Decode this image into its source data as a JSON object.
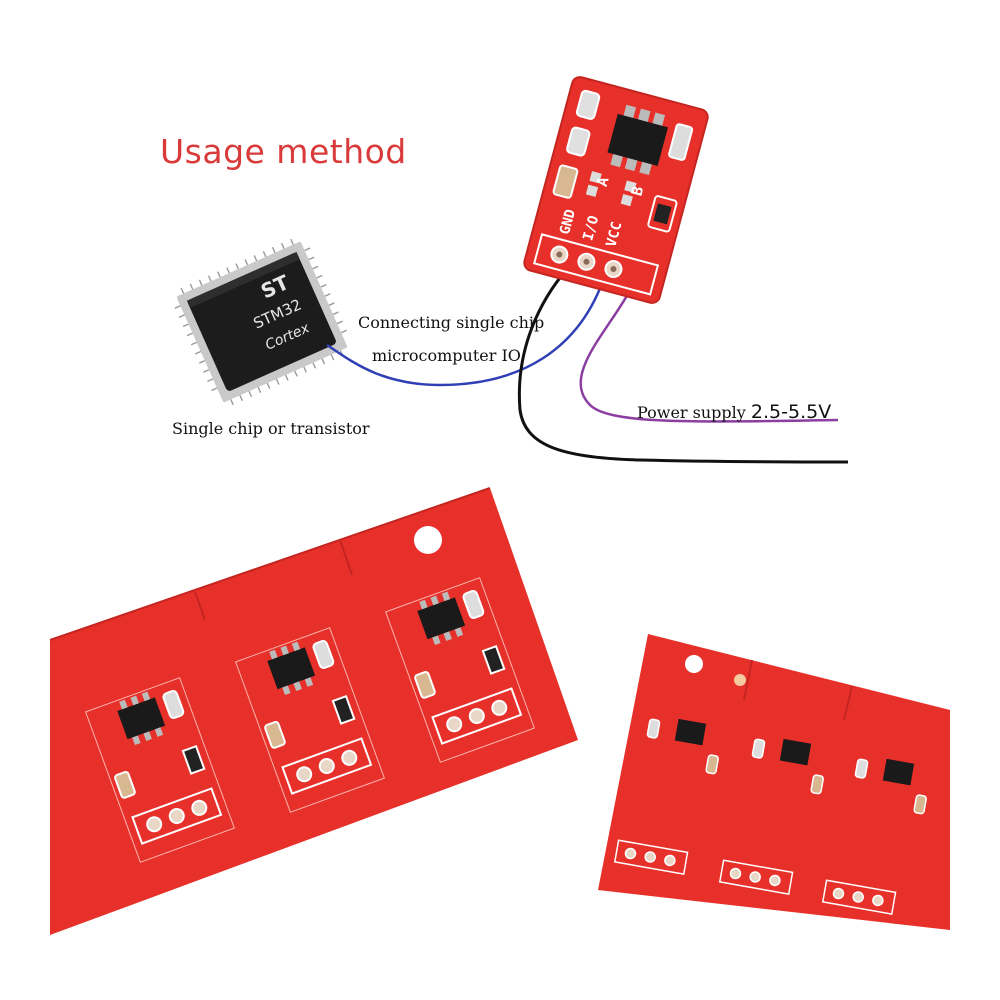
{
  "title": "Usage method",
  "annotations": {
    "connect_line1": "Connecting single chip",
    "connect_line2": "microcomputer IO",
    "chip_caption": "Single chip or transistor",
    "power_label": "Power supply",
    "power_voltage": "2.5-5.5V"
  },
  "module": {
    "pin_labels": [
      "GND",
      "I/O",
      "VCC"
    ],
    "jumper_labels": [
      "A",
      "B"
    ]
  },
  "mcu": {
    "logo": "ST",
    "model": "STM32",
    "brand": "Cortex"
  },
  "colors": {
    "pcb": "#e8302a",
    "pcb_dark": "#b81f1c",
    "silkscreen": "#ffffff",
    "wire_gnd": "#111111",
    "wire_io": "#2f3fb5",
    "wire_vcc": "#8b3ea2",
    "title": "#d93a3a",
    "chip_body": "#1c1c1c",
    "pins": "#c9c9c9"
  }
}
